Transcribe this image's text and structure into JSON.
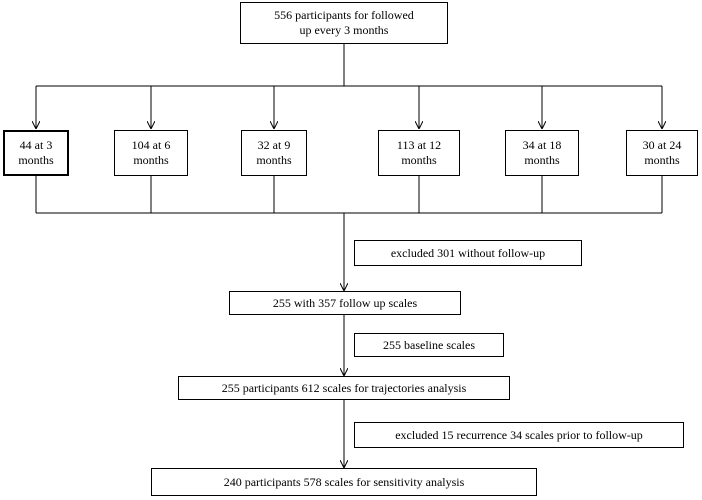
{
  "top": {
    "text": "556 participants for followed\nup every 3 months"
  },
  "followups": [
    {
      "text": "44 at 3\nmonths"
    },
    {
      "text": "104 at 6\nmonths"
    },
    {
      "text": "32 at 9\nmonths"
    },
    {
      "text": "113  at 12\nmonths"
    },
    {
      "text": "34 at 18\nmonths"
    },
    {
      "text": "30 at 24\nmonths"
    }
  ],
  "excluded_no_followup": {
    "text": "excluded 301 without follow-up"
  },
  "followup_scales": {
    "text": "255 with 357 follow up scales"
  },
  "baseline_scales": {
    "text": "255 baseline scales"
  },
  "trajectories": {
    "text": "255 participants 612 scales for trajectories analysis"
  },
  "excluded_recurrence": {
    "text": "excluded  15 recurrence 34 scales prior to follow-up"
  },
  "sensitivity": {
    "text": "240 participants 578 scales for sensitivity analysis"
  }
}
